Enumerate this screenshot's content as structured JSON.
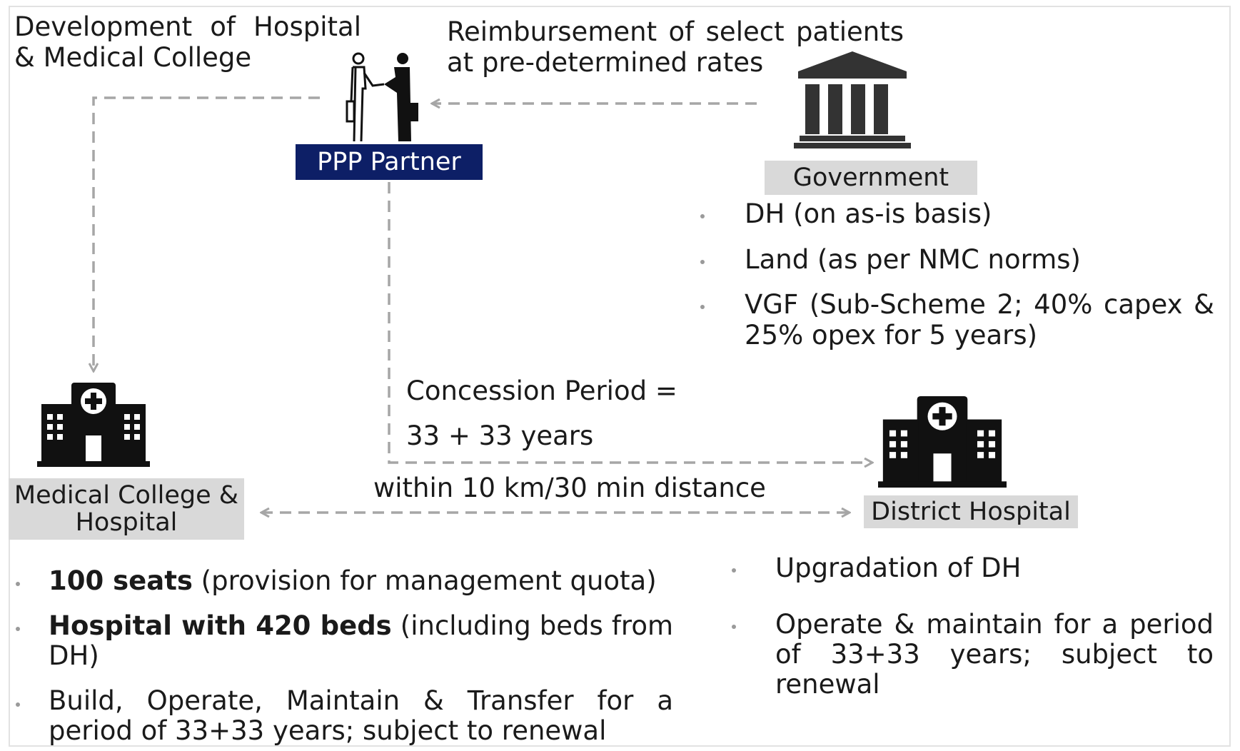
{
  "top_left_note": [
    "Development of Hospital",
    "& Medical College"
  ],
  "reimbursement_note": [
    "Reimbursement of select patients",
    "at pre-determined rates"
  ],
  "ppp_partner": {
    "label": "PPP Partner"
  },
  "government": {
    "label": "Government",
    "items": [
      [
        "DH (on as-is basis)"
      ],
      [
        "Land (as per NMC norms)"
      ],
      [
        "VGF (Sub-Scheme 2; 40% capex &",
        "25% opex for 5 years)"
      ]
    ]
  },
  "concession": [
    "Concession Period =",
    "33 + 33 years"
  ],
  "distance_note": "within 10 km/30 min distance",
  "medical_college": {
    "label": [
      "Medical College &",
      "Hospital"
    ],
    "items": [
      {
        "bold": "100 seats",
        "rest": " (provision for management quota)",
        "cont": ""
      },
      {
        "bold": "Hospital with 420 beds",
        "rest": " (including beds from",
        "cont": "DH)"
      },
      {
        "bold": "",
        "rest": "Build, Operate, Maintain & Transfer for a",
        "cont": "period of 33+33 years; subject to renewal"
      }
    ]
  },
  "district_hospital": {
    "label": "District Hospital",
    "items": [
      [
        "Upgradation of DH"
      ],
      [
        "Operate & maintain for a period",
        "of 33+33 years; subject to",
        "renewal"
      ]
    ]
  },
  "colors": {
    "navy": "#0d1f66",
    "label_grey": "#d9d9d9",
    "dash": "#a6a6a6",
    "icon": "#111111"
  }
}
